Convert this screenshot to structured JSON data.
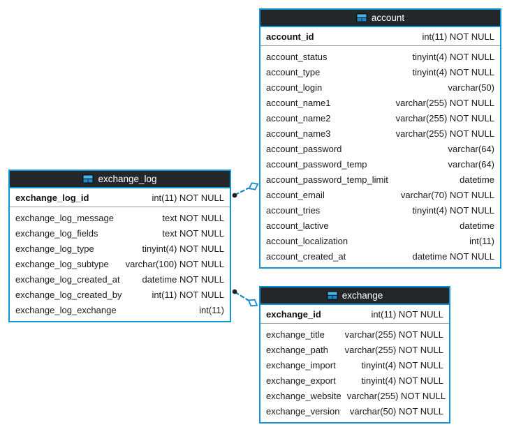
{
  "diagram": {
    "kind": "database-er-diagram",
    "tables": [
      {
        "name": "account",
        "icon": "table-icon",
        "pk": {
          "name": "account_id",
          "type": "int(11) NOT NULL"
        },
        "columns": [
          {
            "name": "account_status",
            "type": "tinyint(4) NOT NULL"
          },
          {
            "name": "account_type",
            "type": "tinyint(4) NOT NULL"
          },
          {
            "name": "account_login",
            "type": "varchar(50)"
          },
          {
            "name": "account_name1",
            "type": "varchar(255) NOT NULL"
          },
          {
            "name": "account_name2",
            "type": "varchar(255) NOT NULL"
          },
          {
            "name": "account_name3",
            "type": "varchar(255) NOT NULL"
          },
          {
            "name": "account_password",
            "type": "varchar(64)"
          },
          {
            "name": "account_password_temp",
            "type": "varchar(64)"
          },
          {
            "name": "account_password_temp_limit",
            "type": "datetime"
          },
          {
            "name": "account_email",
            "type": "varchar(70) NOT NULL"
          },
          {
            "name": "account_tries",
            "type": "tinyint(4) NOT NULL"
          },
          {
            "name": "account_lactive",
            "type": "datetime"
          },
          {
            "name": "account_localization",
            "type": "int(11)"
          },
          {
            "name": "account_created_at",
            "type": "datetime NOT NULL"
          }
        ]
      },
      {
        "name": "exchange_log",
        "icon": "table-icon",
        "pk": {
          "name": "exchange_log_id",
          "type": "int(11) NOT NULL"
        },
        "columns": [
          {
            "name": "exchange_log_message",
            "type": "text NOT NULL"
          },
          {
            "name": "exchange_log_fields",
            "type": "text NOT NULL"
          },
          {
            "name": "exchange_log_type",
            "type": "tinyint(4) NOT NULL"
          },
          {
            "name": "exchange_log_subtype",
            "type": "varchar(100) NOT NULL"
          },
          {
            "name": "exchange_log_created_at",
            "type": "datetime NOT NULL"
          },
          {
            "name": "exchange_log_created_by",
            "type": "int(11) NOT NULL"
          },
          {
            "name": "exchange_log_exchange",
            "type": "int(11)"
          }
        ]
      },
      {
        "name": "exchange",
        "icon": "table-icon",
        "pk": {
          "name": "exchange_id",
          "type": "int(11) NOT NULL"
        },
        "columns": [
          {
            "name": "exchange_title",
            "type": "varchar(255) NOT NULL"
          },
          {
            "name": "exchange_path",
            "type": "varchar(255) NOT NULL"
          },
          {
            "name": "exchange_import",
            "type": "tinyint(4) NOT NULL"
          },
          {
            "name": "exchange_export",
            "type": "tinyint(4) NOT NULL"
          },
          {
            "name": "exchange_website",
            "type": "varchar(255) NOT NULL"
          },
          {
            "name": "exchange_version",
            "type": "varchar(50) NOT NULL"
          }
        ]
      }
    ],
    "relations": [
      {
        "from": "exchange_log",
        "to": "account",
        "line_style": "dashed",
        "from_end": "dot",
        "to_end": "open-diamond"
      },
      {
        "from": "exchange_log",
        "to": "exchange",
        "line_style": "dashed",
        "from_end": "dot",
        "to_end": "open-diamond"
      }
    ],
    "colors": {
      "table_border": "#1095d5",
      "header_bg": "#242729",
      "header_text": "#ffffff",
      "row_text": "#1a1a1a",
      "pk_separator": "#9a9a9a",
      "connector": "#1588cd",
      "connector_dot": "#222222",
      "canvas_bg": "#ffffff",
      "icon_top": "#45b6e8",
      "icon_cells": "#1787cb"
    }
  }
}
